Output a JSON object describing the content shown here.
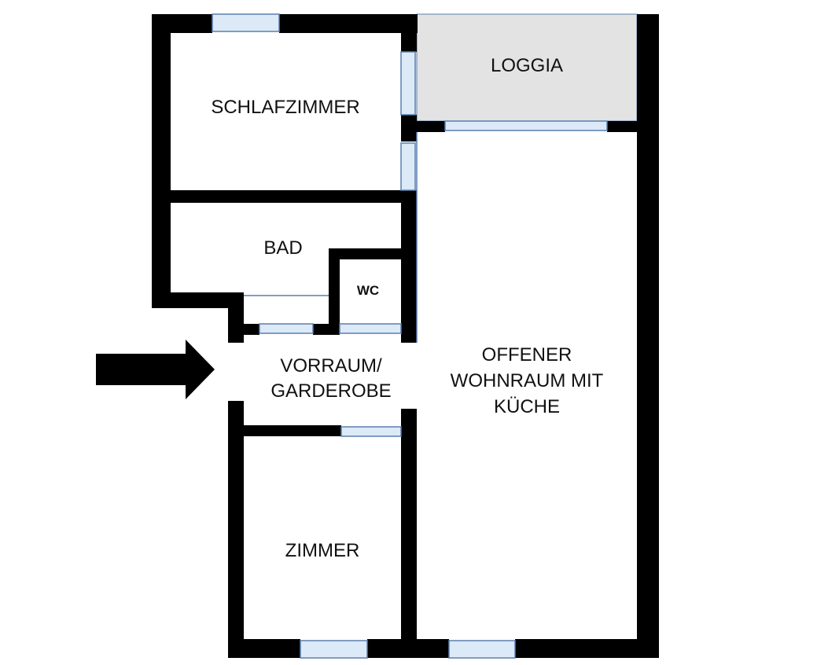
{
  "colors": {
    "wall": "#000000",
    "window_fill": "#dce9f7",
    "window_stroke": "#5a7fb0",
    "loggia_fill": "#e3e3e3",
    "background": "#ffffff"
  },
  "rooms": {
    "schlafzimmer": "SCHLAFZIMMER",
    "loggia": "LOGGIA",
    "bad": "BAD",
    "wc": "WC",
    "vorraum_line1": "VORRAUM/",
    "vorraum_line2": "GARDEROBE",
    "wohn_line1": "OFFENER",
    "wohn_line2": "WOHNRAUM MIT",
    "wohn_line3": "KÜCHE",
    "zimmer": "ZIMMER"
  },
  "icons": {
    "entrance": "arrow-right-icon"
  }
}
